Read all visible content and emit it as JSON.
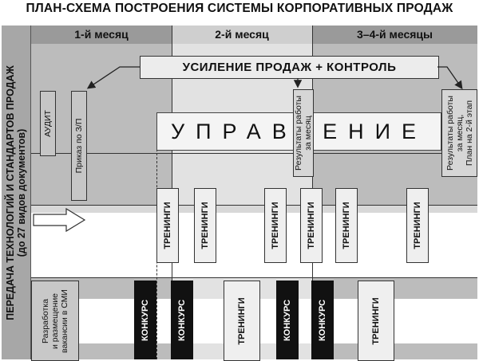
{
  "title": "ПЛАН-СХЕМА ПОСТРОЕНИЯ СИСТЕМЫ КОРПОРАТИВНЫХ ПРОДАЖ",
  "side_label_line1": "ПЕРЕДАЧА ТЕХНОЛОГИЙ И СТАНДАРТОВ ПРОДАЖ",
  "side_label_line2": "(до 27 видов документов)",
  "months": [
    "1-й месяц",
    "2-й месяц",
    "3–4-й месяцы"
  ],
  "boost": "УСИЛЕНИЕ ПРОДАЖ + КОНТРОЛЬ",
  "management": "УПРАВЛЕНИЕ",
  "audit": "АУДИТ",
  "order": "Приказ по З/П",
  "results_month_1": "Результаты работы",
  "results_month_2": "за месяц",
  "results_plan_1": "Результаты работы",
  "results_plan_2": "за месяц,",
  "results_plan_3": "План на 2-й этап",
  "vacancy_1": "Разработка",
  "vacancy_2": "и размещение",
  "vacancy_3": "вакансии в СМИ",
  "training": "ТРЕНИНГИ",
  "contest": "КОНКУРС"
}
